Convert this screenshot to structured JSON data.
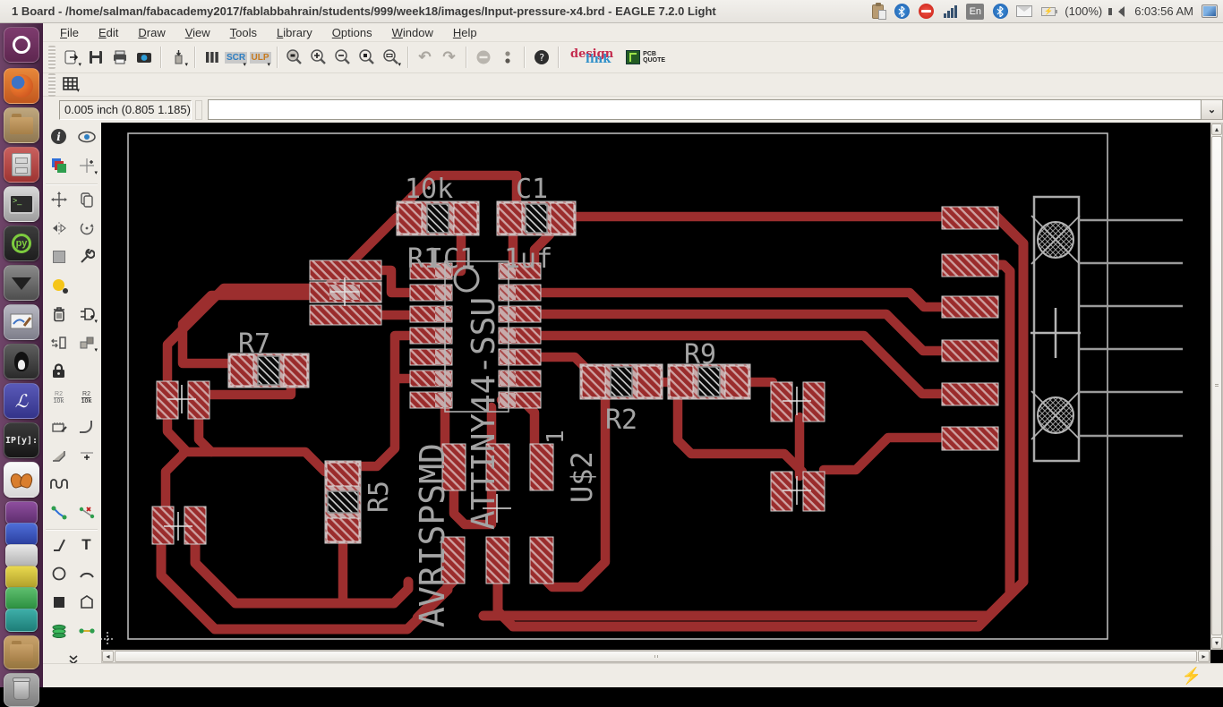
{
  "titlebar": {
    "title": "1 Board - /home/salman/fabacademy2017/fablabbahrain/students/999/week18/images/Input-pressure-x4.brd - EAGLE 7.2.0 Light",
    "tray": {
      "keyboard_layout": "En",
      "battery_percent": "(100%)",
      "clock": "6:03:56 AM"
    }
  },
  "menubar": {
    "items": [
      "File",
      "Edit",
      "Draw",
      "View",
      "Tools",
      "Library",
      "Options",
      "Window",
      "Help"
    ]
  },
  "toolbar": {
    "scr_label": "SCR",
    "ulp_label": "ULP",
    "design_label": "design",
    "link_label": "link",
    "pcb_quote_label": "PCB\nQUOTE"
  },
  "coordbar": {
    "coordinate_display": "0.005 inch (0.805 1.185)",
    "command_value": ""
  },
  "palette": {
    "name_tool_top": "R2",
    "name_tool_bottom": "10k",
    "value_tool_top": "R2",
    "value_tool_bottom": "10k"
  },
  "board": {
    "labels": {
      "r1_value": "10k",
      "c1_name": "C1",
      "r1_name": "R1",
      "ic1_name": "IC1",
      "c1_value": "1uf",
      "r7_name": "R7",
      "r9_name": "R9",
      "r2_name": "R2",
      "r5_name": "R5",
      "u2_name": "U$2",
      "u2_pin1": "1",
      "ic1_value": "ATTINY44-SSU",
      "u2_value": "AVRISPSMD"
    },
    "colors": {
      "trace": "#9C2E2E",
      "silk": "#A4A4A4",
      "outline": "#C4C4C4"
    }
  }
}
